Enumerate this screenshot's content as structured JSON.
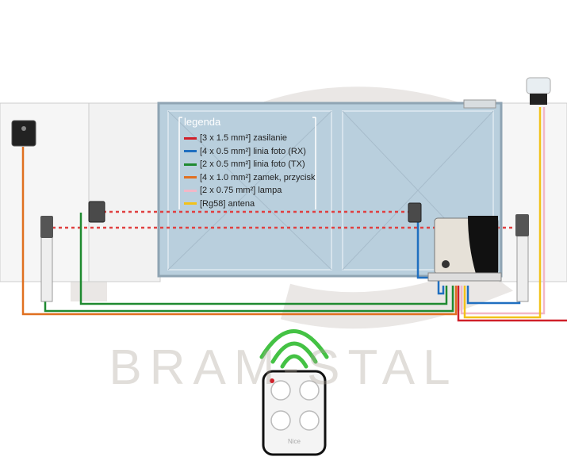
{
  "watermark": {
    "text": "BRAM-STAL"
  },
  "legend": {
    "title": "legenda",
    "items": [
      {
        "label": "[3 x 1.5 mm²] zasilanie",
        "color": "#d0202a"
      },
      {
        "label": "[4 x 0.5 mm²] linia foto (RX)",
        "color": "#1f6fc0"
      },
      {
        "label": "[2 x 0.5 mm²] linia foto (TX)",
        "color": "#1f8a30"
      },
      {
        "label": "[4 x 1.0 mm²] zamek, przycisk",
        "color": "#e07020"
      },
      {
        "label": "[2 x 0.75 mm²] lampa",
        "color": "#f2b7c7"
      },
      {
        "label": "[Rg58] antena",
        "color": "#f2c21a"
      }
    ]
  },
  "remote": {
    "brand": "Nice"
  }
}
